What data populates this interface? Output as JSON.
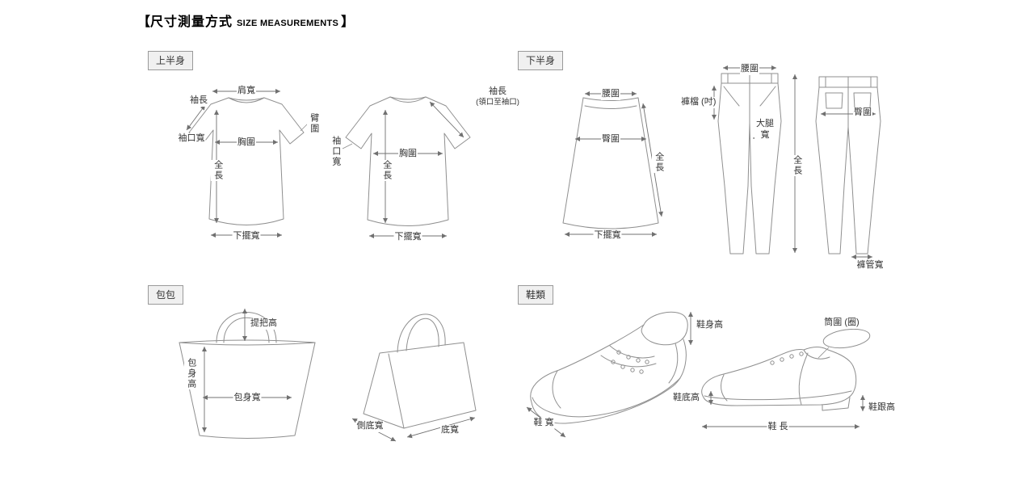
{
  "title": {
    "open": "【",
    "cjk": "尺寸測量方式",
    "latin": "SIZE MEASUREMENTS",
    "close": "】"
  },
  "sections": {
    "upper": "上半身",
    "lower": "下半身",
    "bags": "包包",
    "shoes": "鞋類"
  },
  "shirt1": {
    "shoulder": "肩寬",
    "sleeve": "袖長",
    "arm": "臂圍",
    "cuff": "袖口寬",
    "chest": "胸圍",
    "length": "全長",
    "hem": "下擺寬"
  },
  "shirt2": {
    "sleeve": "袖長",
    "sleeve_note": "(領口至袖口)",
    "cuff": "袖口寬",
    "chest": "胸圍",
    "length": "全長",
    "hem": "下擺寬"
  },
  "skirt": {
    "waist": "腰圍",
    "hip": "臀圍",
    "length": "全長",
    "hem": "下擺寬"
  },
  "pants_front": {
    "waist": "腰圍",
    "crotch": "褲檔 (吋)",
    "thigh": "大腿寬",
    "length": "全長"
  },
  "pants_back": {
    "hip": "臀圍",
    "leg_opening": "褲管寬"
  },
  "bag_front": {
    "handle_height": "提把高",
    "body_height": "包身高",
    "body_width": "包身寬"
  },
  "bag_angle": {
    "side_bottom": "側底寬",
    "bottom": "底寬"
  },
  "shoe_side": {
    "body_height": "鞋身高",
    "width": "鞋 寬"
  },
  "shoe_profile": {
    "shaft": "筒圍 (圈)",
    "sole_height": "鞋底高",
    "heel_height": "鞋跟高",
    "length": "鞋 長"
  }
}
